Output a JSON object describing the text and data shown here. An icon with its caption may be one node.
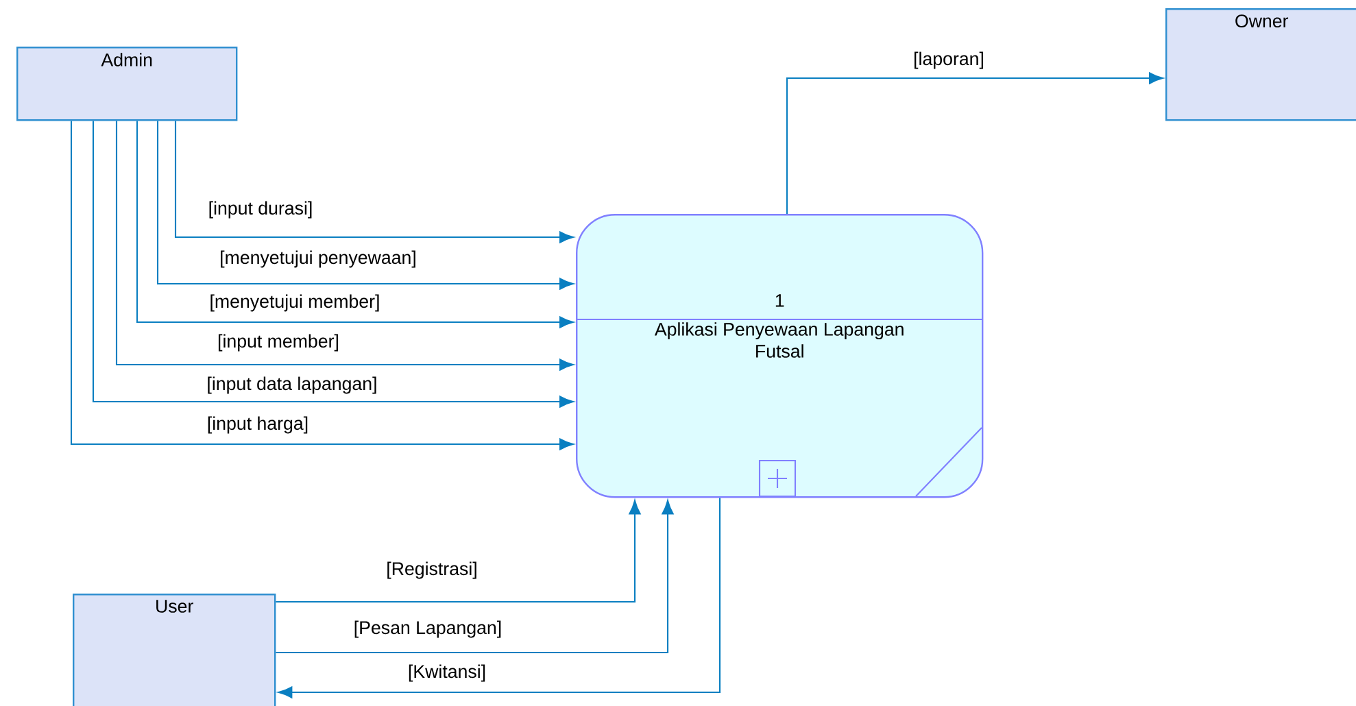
{
  "diagram": {
    "nodes": [
      {
        "text": [
          "Admin"
        ]
      },
      {
        "text": [
          "1",
          "Aplikasi Penyewaan Lapangan Futsal"
        ]
      },
      {
        "text": [
          "Owner"
        ]
      },
      {
        "text": [
          "User"
        ]
      }
    ],
    "edges": [
      {
        "from": 0,
        "to": 1,
        "arrow": "to",
        "label": "[input durasi]"
      },
      {
        "from": 0,
        "to": 1,
        "arrow": "to",
        "label": "[menyetujui penyewaan]"
      },
      {
        "from": 0,
        "to": 1,
        "arrow": "to",
        "label": "[menyetujui member]"
      },
      {
        "from": 0,
        "to": 1,
        "arrow": "to",
        "label": "[input member]"
      },
      {
        "from": 0,
        "to": 1,
        "arrow": "to",
        "label": "[input data lapangan]"
      },
      {
        "from": 0,
        "to": 1,
        "arrow": "to",
        "label": "[input harga]"
      },
      {
        "from": 1,
        "to": 2,
        "arrow": "to",
        "label": "[laporan]"
      },
      {
        "from": 3,
        "to": 1,
        "arrow": "to",
        "label": "[Registrasi]"
      },
      {
        "from": 3,
        "to": 1,
        "arrow": "to",
        "label": "[Pesan Lapangan]"
      },
      {
        "from": 1,
        "to": 3,
        "arrow": "to",
        "label": "[Kwitansi]"
      }
    ]
  }
}
